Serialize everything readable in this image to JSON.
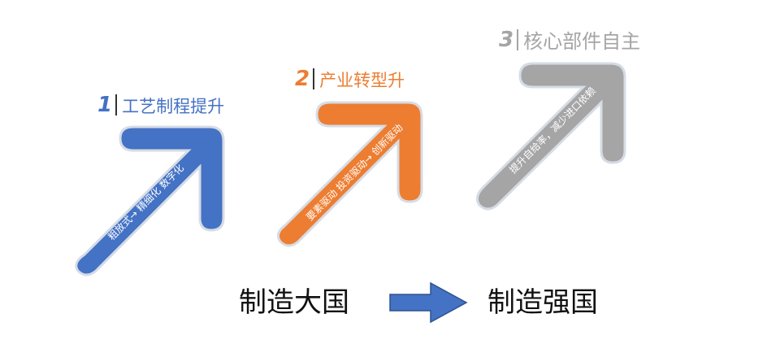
{
  "steps": [
    {
      "number": "1",
      "title": "工艺制程提升",
      "arrow_text": "粗放式→ 精细化 数字化",
      "color": "#4472C4"
    },
    {
      "number": "2",
      "title": "产业转型升",
      "arrow_text": "要素驱动 投资驱动→ 创新驱动",
      "color": "#ED7D31"
    },
    {
      "number": "3",
      "title": "核心部件自主",
      "arrow_text": "提升自给率，减少进口依赖",
      "color": "#A5A5A5"
    }
  ],
  "bottom": {
    "from": "制造大国",
    "to": "制造强国",
    "arrow_color": "#4472C4"
  }
}
